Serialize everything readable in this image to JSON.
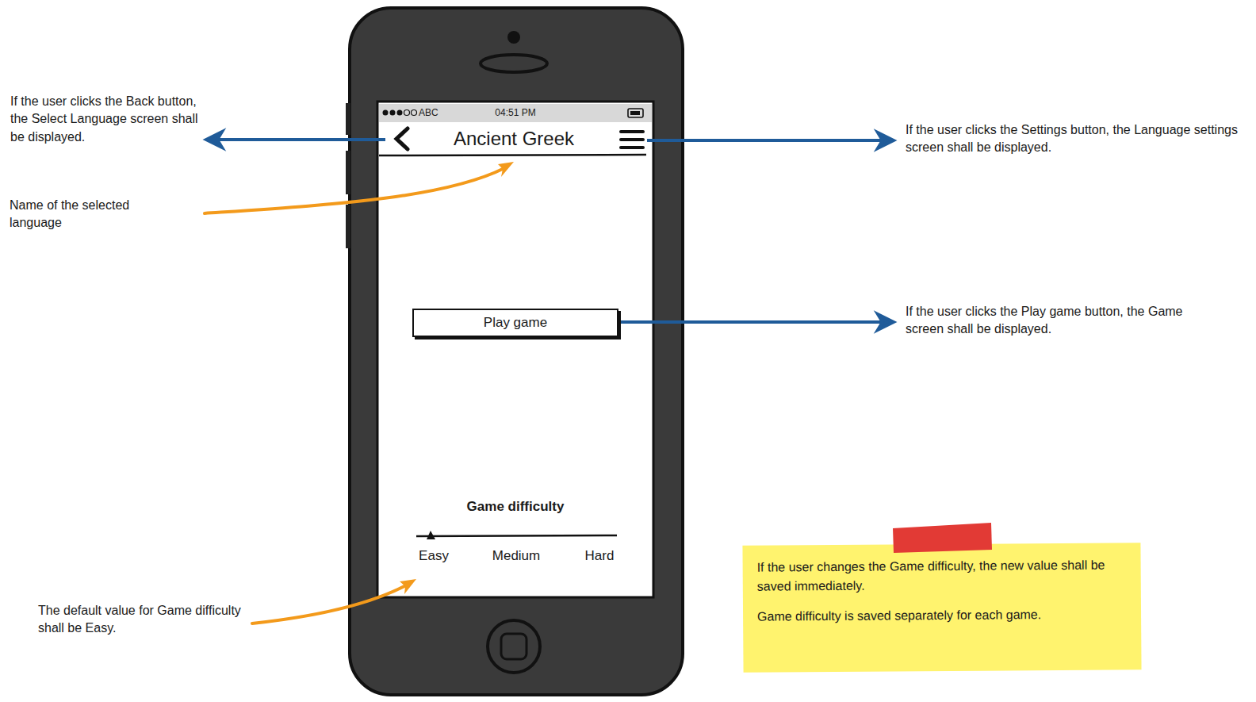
{
  "diagram": {
    "nodes": [
      {
        "text": [
          "Play game"
        ]
      },
      {
        "text": [
          "If the user changes the Game difficulty, the new value shall be saved immediately.",
          "Game difficulty is saved separately for each game."
        ]
      }
    ],
    "labels": [
      "ABC",
      "04:51 PM",
      "Ancient Greek",
      "Game difficulty",
      "Easy",
      "Medium",
      "Hard",
      "If the user clicks the Back button, the Select Language screen shall be displayed.",
      "Name of the selected language",
      "If the user clicks the Settings button, the Language settings screen shall be displayed.",
      "If the user clicks the Play game button, the Game screen shall be displayed.",
      "The default value for Game difficulty shall be Easy."
    ]
  }
}
